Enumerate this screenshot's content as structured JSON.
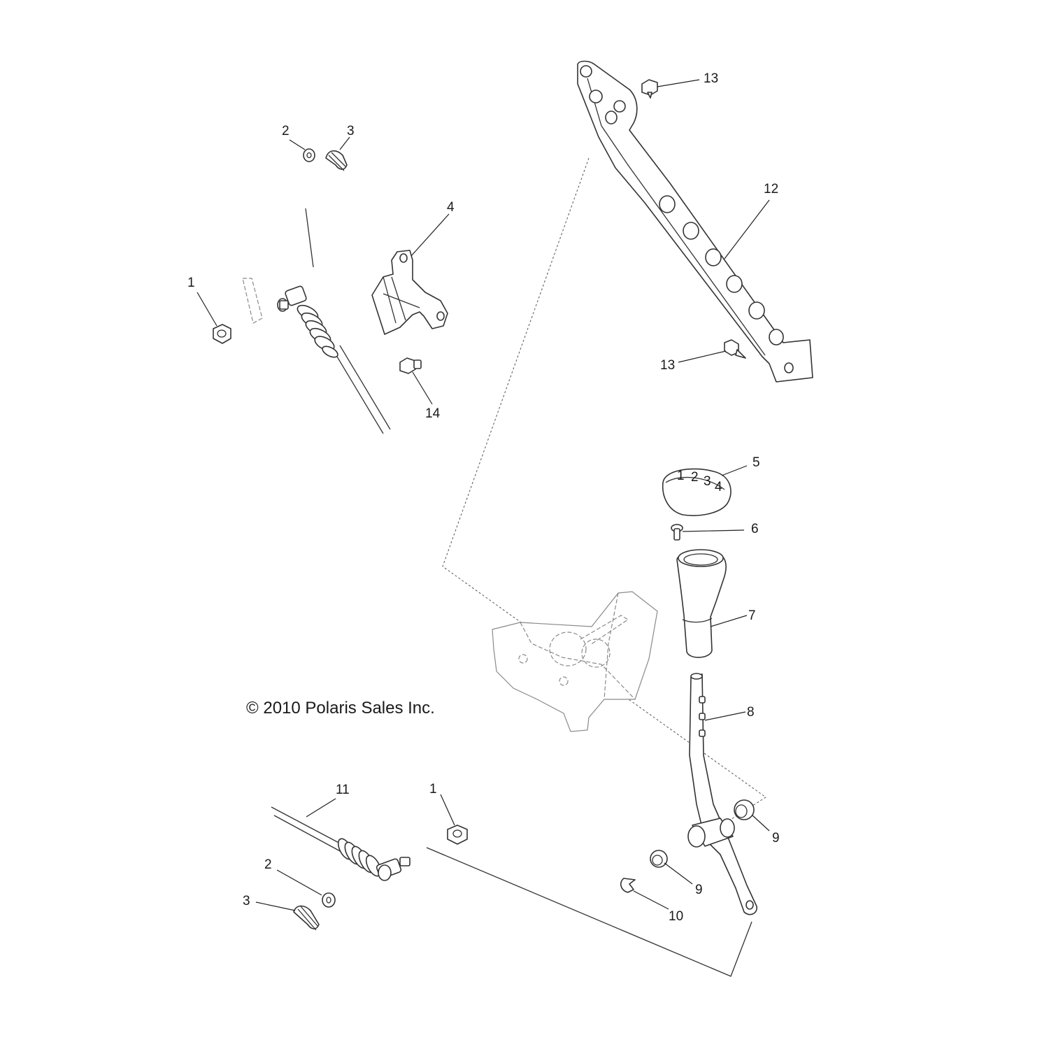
{
  "copyright": "© 2010 Polaris Sales Inc.",
  "callouts": [
    {
      "id": "c1a",
      "text": "1"
    },
    {
      "id": "c2a",
      "text": "2"
    },
    {
      "id": "c3a",
      "text": "3"
    },
    {
      "id": "c4",
      "text": "4"
    },
    {
      "id": "c14",
      "text": "14"
    },
    {
      "id": "c13a",
      "text": "13"
    },
    {
      "id": "c12",
      "text": "12"
    },
    {
      "id": "c13b",
      "text": "13"
    },
    {
      "id": "c5",
      "text": "5"
    },
    {
      "id": "c6",
      "text": "6"
    },
    {
      "id": "c7",
      "text": "7"
    },
    {
      "id": "c8",
      "text": "8"
    },
    {
      "id": "c9a",
      "text": "9"
    },
    {
      "id": "c9b",
      "text": "9"
    },
    {
      "id": "c10",
      "text": "10"
    },
    {
      "id": "c11",
      "text": "11"
    },
    {
      "id": "c1b",
      "text": "1"
    },
    {
      "id": "c2b",
      "text": "2"
    },
    {
      "id": "c3b",
      "text": "3"
    }
  ],
  "knob_markings": [
    "1",
    "2",
    "3",
    "4"
  ]
}
